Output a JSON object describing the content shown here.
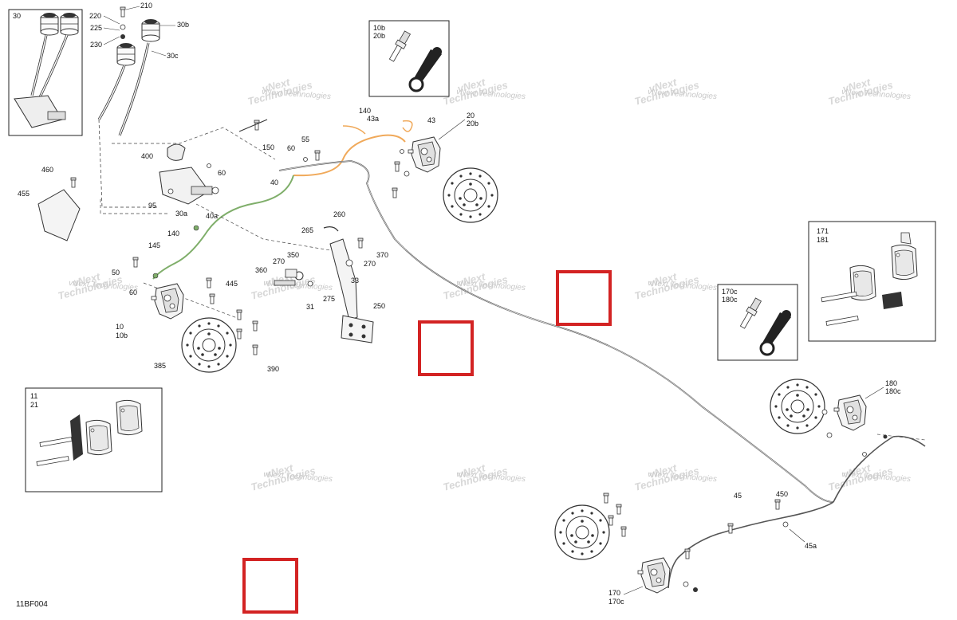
{
  "diagram_id": "11BF004",
  "watermark": {
    "line1": "vNext",
    "line2": "Technologies",
    "small": "vNext Technologies"
  },
  "insets": {
    "bleeder_front": {
      "labels": [
        "10b",
        "20b"
      ]
    },
    "bleeder_rear": {
      "labels": [
        "170c",
        "180c"
      ]
    },
    "pads_rear": {
      "labels": [
        "171",
        "181"
      ]
    },
    "pads_front": {
      "labels": [
        "11",
        "21"
      ]
    },
    "master_cyl": {
      "label": "30"
    }
  },
  "callouts": {
    "c210": "210",
    "c220": "220",
    "c225": "225",
    "c230": "230",
    "c30b": "30b",
    "c30c": "30c",
    "c10b20b_top": "10b",
    "c20b_top": "20b",
    "c140a": "140",
    "c43a": "43a",
    "c43": "43",
    "c20": "20",
    "c20b": "20b",
    "c150": "150",
    "c55": "55",
    "c60a": "60",
    "c60b": "60",
    "c400": "400",
    "c40": "40",
    "c95": "95",
    "c30a": "30a",
    "c40a": "40a",
    "c460": "460",
    "c455": "455",
    "c260": "260",
    "c265": "265",
    "c370": "370",
    "c270a": "270",
    "c270b": "270",
    "c350": "350",
    "c360": "360",
    "c33": "33",
    "c275": "275",
    "c31": "31",
    "c250": "250",
    "c140b": "140",
    "c145": "145",
    "c50": "50",
    "c60c": "60",
    "c445": "445",
    "c10": "10",
    "c10b": "10b",
    "c385": "385",
    "c390": "390",
    "c180": "180",
    "c180c": "180c",
    "c450": "450",
    "c45": "45",
    "c45a": "45a",
    "c170": "170",
    "c170c": "170c"
  },
  "colors": {
    "line": "#333333",
    "green_line": "#7fae6a",
    "orange_line": "#f0a95a",
    "marker": "#d32323"
  },
  "icons": [
    "rotor-icon",
    "caliper-icon",
    "reservoir-icon",
    "pedal-icon",
    "bleeder-screw-icon",
    "bleeder-cap-icon",
    "brake-pad-icon"
  ]
}
